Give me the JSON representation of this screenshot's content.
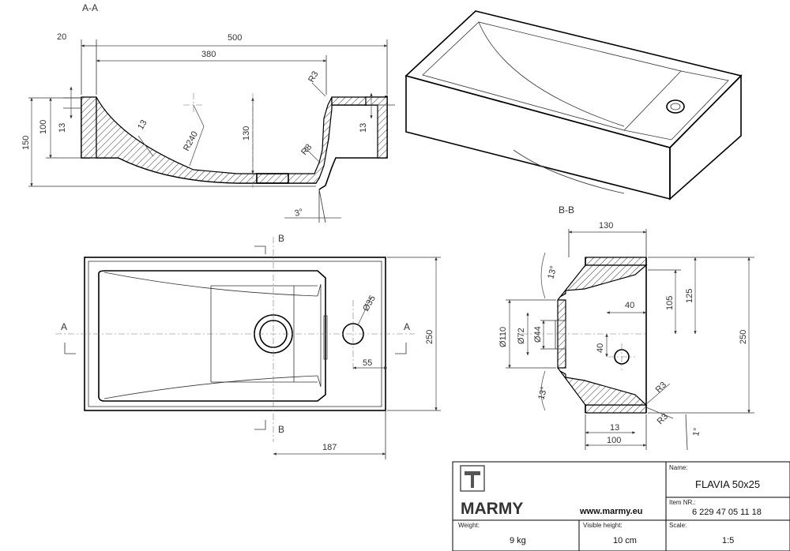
{
  "views": {
    "section_aa": {
      "label": "A-A",
      "dims": {
        "d20": "20",
        "d500": "500",
        "d380": "380",
        "r3": "R3",
        "d13_left": "13",
        "d100": "100",
        "d150": "150",
        "d13_wall": "13",
        "r240": "R240",
        "d130": "130",
        "r8": "R8",
        "d13_right": "13",
        "ang3": "3°"
      }
    },
    "plan": {
      "marker_b_top": "B",
      "marker_b_bottom": "B",
      "marker_a_left": "A",
      "marker_a_right": "A",
      "dims": {
        "dia35": "Ø35",
        "d55": "55",
        "d250": "250",
        "d187": "187"
      }
    },
    "section_bb": {
      "label": "B-B",
      "dims": {
        "d130": "130",
        "ang13_top": "13°",
        "d105": "105",
        "d125": "125",
        "d40_h": "40",
        "dia110": "Ø110",
        "dia72": "Ø72",
        "dia44": "Ø44",
        "d40_v": "40",
        "d250": "250",
        "ang13_bottom": "13°",
        "r3_top": "R3",
        "r3_bottom": "R3",
        "d13": "13",
        "d100": "100",
        "ang1": "1°"
      }
    }
  },
  "title_block": {
    "brand": "MARMY",
    "website": "www.marmy.eu",
    "name_label": "Name:",
    "name_value": "FLAVIA 50x25",
    "item_label": "Item NR.:",
    "item_value": "6 229 47 05 11 18",
    "weight_label": "Weight:",
    "weight_value": "9 kg",
    "visible_height_label": "Visible height:",
    "visible_height_value": "10 cm",
    "scale_label": "Scale:",
    "scale_value": "1:5"
  }
}
